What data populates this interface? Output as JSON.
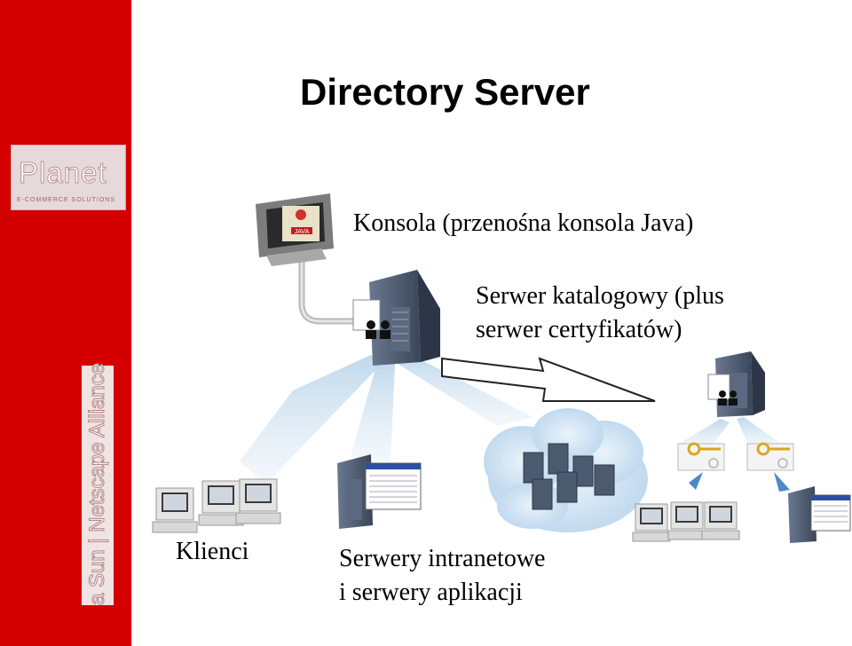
{
  "slide": {
    "title": "Directory Server",
    "logo": {
      "word": "Planet",
      "subtitle": "E-COMMERCE SOLUTIONS"
    },
    "vertical_text": "a Sun | Netscape Alliance"
  },
  "labels": {
    "console": "Konsola (przenośna konsola Java)",
    "directory_server_line1": "Serwer katalogowy (plus",
    "directory_server_line2": "serwer certyfikatów)",
    "clients": "Klienci",
    "intranet_line1": "Serwery intranetowe",
    "intranet_line2": "i serwery aplikacji"
  },
  "icons": {
    "monitor_screen_text": "JAVA"
  },
  "colors": {
    "sidebar": "#d40000",
    "beam": "#bcd6ea",
    "server_body": "#4c5a70",
    "cloud": "#c8def0"
  }
}
